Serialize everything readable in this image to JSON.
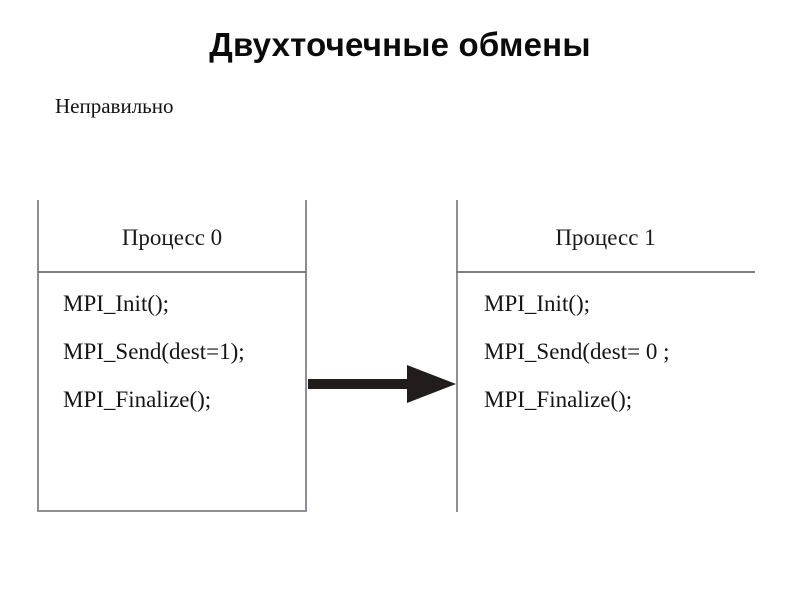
{
  "slide": {
    "title": "Двухточечные обмены",
    "subtitle": "Неправильно",
    "title_color": "#0b0b0b",
    "background_color": "#ffffff",
    "rule_color": "#8e8e93",
    "arrow_color": "#221c1c"
  },
  "diagram": {
    "arrow": {
      "name": "send-arrow",
      "direction": "right",
      "from_panel": "Процесс 0",
      "to_panel": "Процесс 1"
    },
    "panels": [
      {
        "id": "left",
        "header": "Процесс 0",
        "code": [
          "MPI_Init();",
          "MPI_Send(dest=1);",
          "MPI_Finalize();"
        ]
      },
      {
        "id": "right",
        "header": "Процесс 1",
        "code": [
          "MPI_Init();",
          "MPI_Send(dest= 0 ;",
          "MPI_Finalize();"
        ]
      }
    ]
  }
}
